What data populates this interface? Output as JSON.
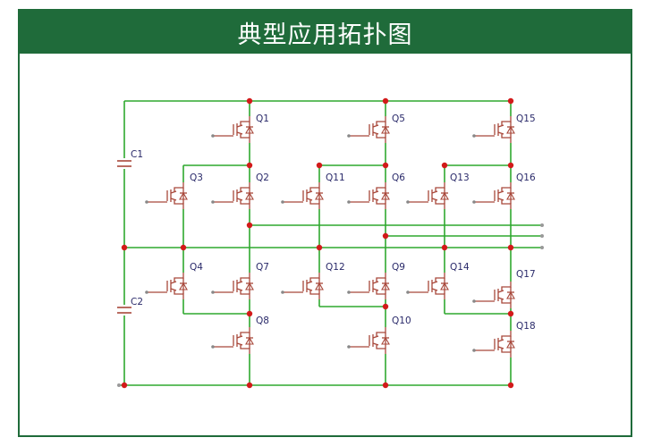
{
  "title": "典型应用拓扑图",
  "capacitors": {
    "c1": "C1",
    "c2": "C2"
  },
  "transistors": {
    "q1": "Q1",
    "q2": "Q2",
    "q3": "Q3",
    "q4": "Q4",
    "q5": "Q5",
    "q6": "Q6",
    "q7": "Q7",
    "q8": "Q8",
    "q9": "Q9",
    "q10": "Q10",
    "q11": "Q11",
    "q12": "Q12",
    "q13": "Q13",
    "q14": "Q14",
    "q15": "Q15",
    "q16": "Q16",
    "q17": "Q17",
    "q18": "Q18"
  },
  "colors": {
    "banner": "#1f6b3a",
    "wire": "#2fa82f",
    "device": "#a8473a",
    "node": "#d21a1a",
    "label": "#2a2a6a"
  }
}
